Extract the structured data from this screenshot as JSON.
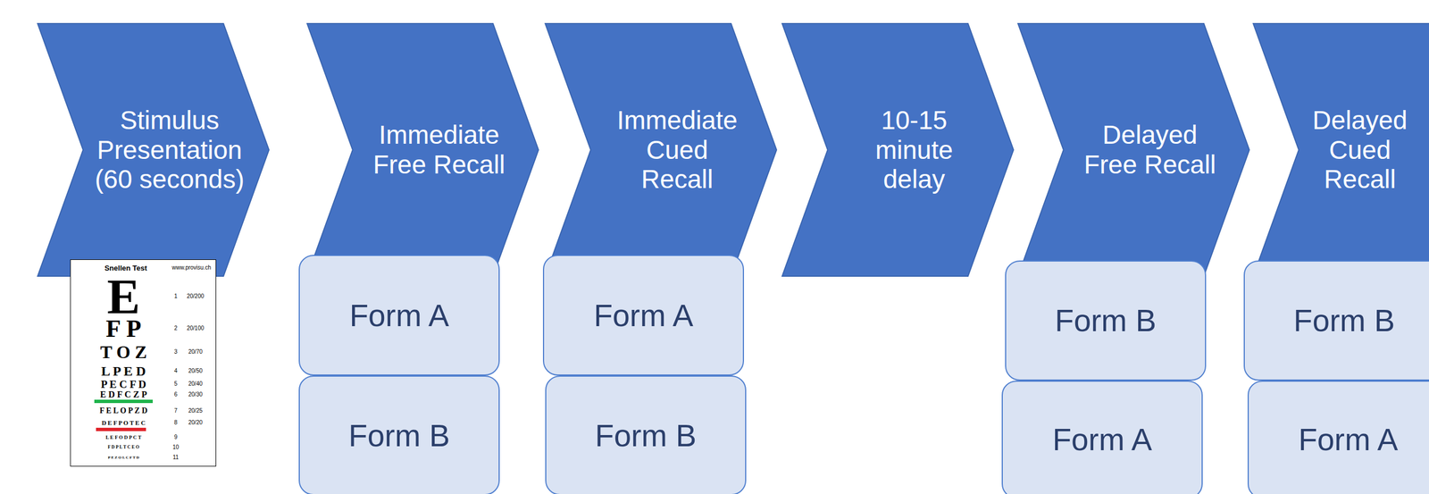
{
  "diagram": {
    "nodes": [
      {
        "text": [
          "Stimulus Presentation (60 seconds)"
        ]
      },
      {
        "text": [
          "Immediate Free Recall"
        ]
      },
      {
        "text": [
          "Immediate Cued Recall"
        ]
      },
      {
        "text": [
          "10-15 minute delay"
        ]
      },
      {
        "text": [
          "Delayed Free Recall"
        ]
      },
      {
        "text": [
          "Delayed Cued Recall"
        ]
      },
      {
        "text": [
          "Form A"
        ]
      },
      {
        "text": [
          "Form B"
        ]
      },
      {
        "text": [
          "Form A"
        ]
      },
      {
        "text": [
          "Form B"
        ]
      },
      {
        "text": [
          "Form B"
        ]
      },
      {
        "text": [
          "Form A"
        ]
      },
      {
        "text": [
          "Form B"
        ]
      },
      {
        "text": [
          "Form A"
        ]
      }
    ],
    "labels": [
      "Snellen Test",
      "www.provisu.ch",
      "E",
      "1",
      "20/200",
      "F P",
      "2",
      "20/100",
      "T O Z",
      "3",
      "20/70",
      "L P E D",
      "4",
      "20/50",
      "P E C F D",
      "5",
      "20/40",
      "E D F C Z P",
      "6",
      "20/30",
      "F E L O P Z D",
      "7",
      "20/25",
      "D E F P O T E C",
      "8",
      "20/20",
      "L E F O D P C T",
      "9",
      "F D P L T C E O",
      "10",
      "P E Z O L C F T D",
      "11"
    ]
  }
}
